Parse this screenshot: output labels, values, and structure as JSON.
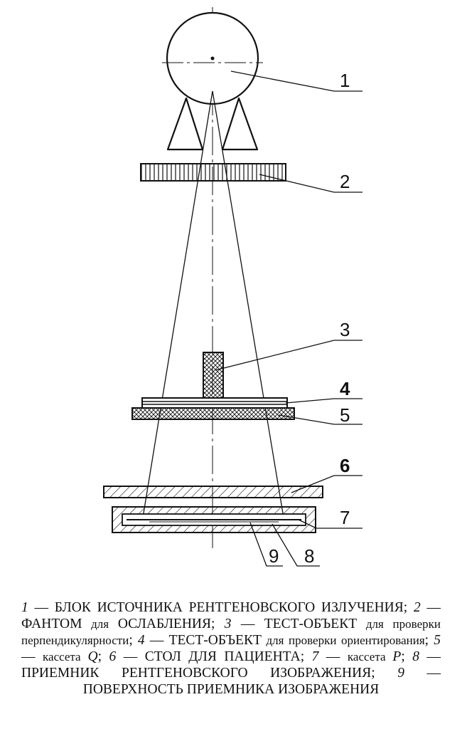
{
  "labels": [
    "1",
    "2",
    "3",
    "4",
    "5",
    "6",
    "7",
    "8",
    "9"
  ],
  "caption": {
    "items": [
      {
        "num": "1",
        "dash": " — ",
        "text": "БЛОК ИСТОЧНИКА РЕНТГЕНОВСКОГО ИЗЛУЧЕНИЯ",
        "sep": "; "
      },
      {
        "num": "2",
        "dash": " — ",
        "text": "ФАНТОМ",
        "small": " для ",
        "text2": "ОСЛАБЛЕНИЯ",
        "sep": "; "
      },
      {
        "num": "3",
        "dash": " — ",
        "text": "ТЕСТ-ОБЪЕКТ",
        "small": " для проверки перпендикулярности",
        "sep": "; "
      },
      {
        "num": "4",
        "dash": " — ",
        "text": "ТЕСТ-ОБЪЕКТ",
        "small": " для проверки ориентирования",
        "sep": "; "
      },
      {
        "num": "5",
        "dash": " — ",
        "small": "кассета ",
        "ital": "Q",
        "sep": "; "
      },
      {
        "num": "6",
        "dash": " — ",
        "text": "СТОЛ ДЛЯ ПАЦИЕНТА",
        "sep": "; "
      },
      {
        "num": "7",
        "dash": " — ",
        "small": "кассета ",
        "ital": "P",
        "sep": "; "
      },
      {
        "num": "8",
        "dash": " — ",
        "text": "ПРИЕМНИК РЕНТГЕНОВСКОГО ИЗОБРАЖЕНИЯ",
        "sep": "; "
      },
      {
        "num": "9",
        "dash": " — ",
        "text": "ПОВЕРХНОСТЬ ПРИЕМНИКА ИЗОБРАЖЕНИЯ",
        "sep": ""
      }
    ]
  }
}
